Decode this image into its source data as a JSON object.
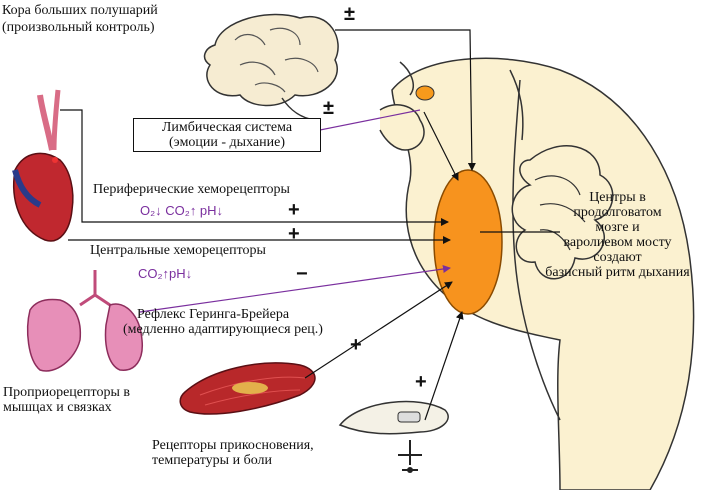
{
  "labels": {
    "cortex_line1": "Кора больших полушарий",
    "cortex_line2": "(произвольный контроль)",
    "limbic_line1": "Лимбическая система",
    "limbic_line2": "(эмоции - дыхание)",
    "peripheral": "Периферические хеморецепторы",
    "peripheral_stimuli": "O₂↓ CO₂↑ pH↓",
    "central": "Центральные хеморецепторы",
    "central_stimuli": "CO₂↑pH↓",
    "hering_line1": "Рефлекс Геринга-Брейера",
    "hering_line2": "(медленно адаптирующиеся рец.)",
    "proprio_line1": "Проприорецепторы  в",
    "proprio_line2": "мышцах и связках",
    "touch_line1": "Рецепторы прикосновения,",
    "touch_line2": "температуры и боли",
    "centers_line1": "Центры в",
    "centers_line2": "продолговатом",
    "centers_line3": "мозге и",
    "centers_line4": "варолиевом мосту",
    "centers_line5": "создают",
    "centers_line6": "базисный ритм дыхания"
  },
  "signs": {
    "cortex": "±",
    "limbic": "±",
    "peripheral": "+",
    "central": "+",
    "hering": "−",
    "proprio": "+",
    "touch": "+"
  },
  "colors": {
    "center_fill": "#f7931e",
    "stimuli_text": "#7a2f9e",
    "brainstem_fill": "#fbf1d0",
    "heart": "#c0282f",
    "lungs": "#e78fb8",
    "muscle": "#b8282a"
  }
}
